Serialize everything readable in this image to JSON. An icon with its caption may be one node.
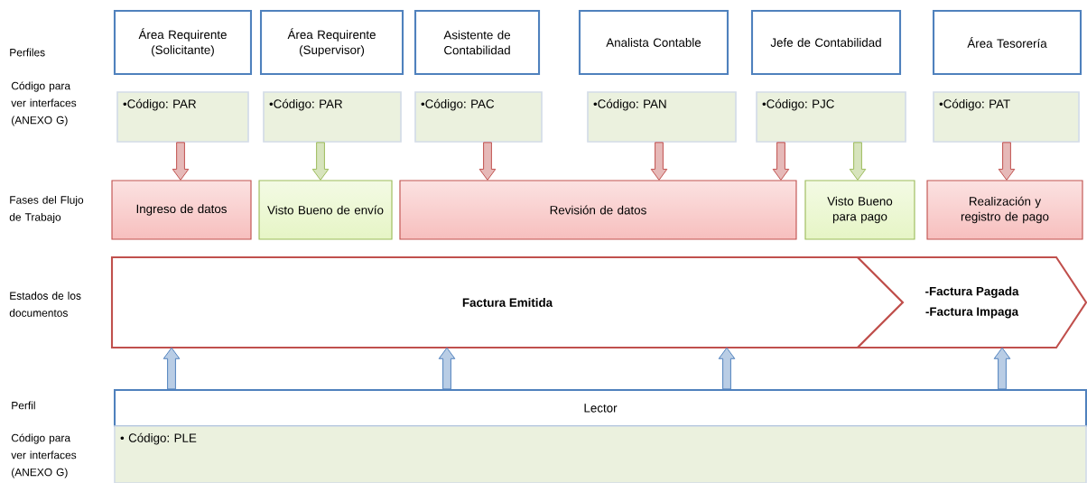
{
  "diagram": {
    "nodes": [
      {
        "text": [
          "Área Requirente (Solicitante)"
        ]
      },
      {
        "text": [
          "Área Requirente (Supervisor)"
        ]
      },
      {
        "text": [
          "Asistente de Contabilidad"
        ]
      },
      {
        "text": [
          "Analista Contable"
        ]
      },
      {
        "text": [
          "Jefe de Contabilidad"
        ]
      },
      {
        "text": [
          "Área Tesorería"
        ]
      },
      {
        "text": [
          "•Código: PAR"
        ]
      },
      {
        "text": [
          "•Código: PAR"
        ]
      },
      {
        "text": [
          "•Código: PAC"
        ]
      },
      {
        "text": [
          "•Código: PAN"
        ]
      },
      {
        "text": [
          "•Código: PJC"
        ]
      },
      {
        "text": [
          "•Código: PAT"
        ]
      },
      {
        "text": [
          "Ingreso de datos"
        ]
      },
      {
        "text": [
          "Visto Bueno de envío"
        ]
      },
      {
        "text": [
          "Revisión de datos"
        ]
      },
      {
        "text": [
          "Visto Bueno para pago"
        ]
      },
      {
        "text": [
          "Realización y registro de pago"
        ]
      },
      {
        "text": [
          "Factura Emitida"
        ]
      },
      {
        "text": [
          "-Factura Pagada",
          "-Factura Impaga"
        ]
      },
      {
        "text": [
          "Lector"
        ]
      },
      {
        "text": [
          "• Código: PLE"
        ]
      }
    ],
    "edges": [
      {
        "from": 6,
        "to": 12,
        "arrow": "to",
        "color": "#c0504d"
      },
      {
        "from": 7,
        "to": 13,
        "arrow": "to",
        "color": "#9bbb59"
      },
      {
        "from": 8,
        "to": 14,
        "arrow": "to",
        "color": "#c0504d"
      },
      {
        "from": 9,
        "to": 14,
        "arrow": "to",
        "color": "#c0504d"
      },
      {
        "from": 10,
        "to": 14,
        "arrow": "to",
        "color": "#c0504d"
      },
      {
        "from": 10,
        "to": 15,
        "arrow": "to",
        "color": "#9bbb59"
      },
      {
        "from": 11,
        "to": 16,
        "arrow": "to",
        "color": "#c0504d"
      },
      {
        "from": 19,
        "to": 17,
        "arrow": "to",
        "color": "#4f81bd"
      },
      {
        "from": 19,
        "to": 17,
        "arrow": "to",
        "color": "#4f81bd"
      },
      {
        "from": 19,
        "to": 17,
        "arrow": "to",
        "color": "#4f81bd"
      },
      {
        "from": 19,
        "to": 18,
        "arrow": "to",
        "color": "#4f81bd"
      }
    ],
    "labels": [
      "Perfiles",
      "Código para ver interfaces (ANEXO G)",
      "Fases del Flujo de Trabajo",
      "Estados de los documentos",
      "Perfil",
      "Código para ver interfaces (ANEXO G)"
    ]
  }
}
